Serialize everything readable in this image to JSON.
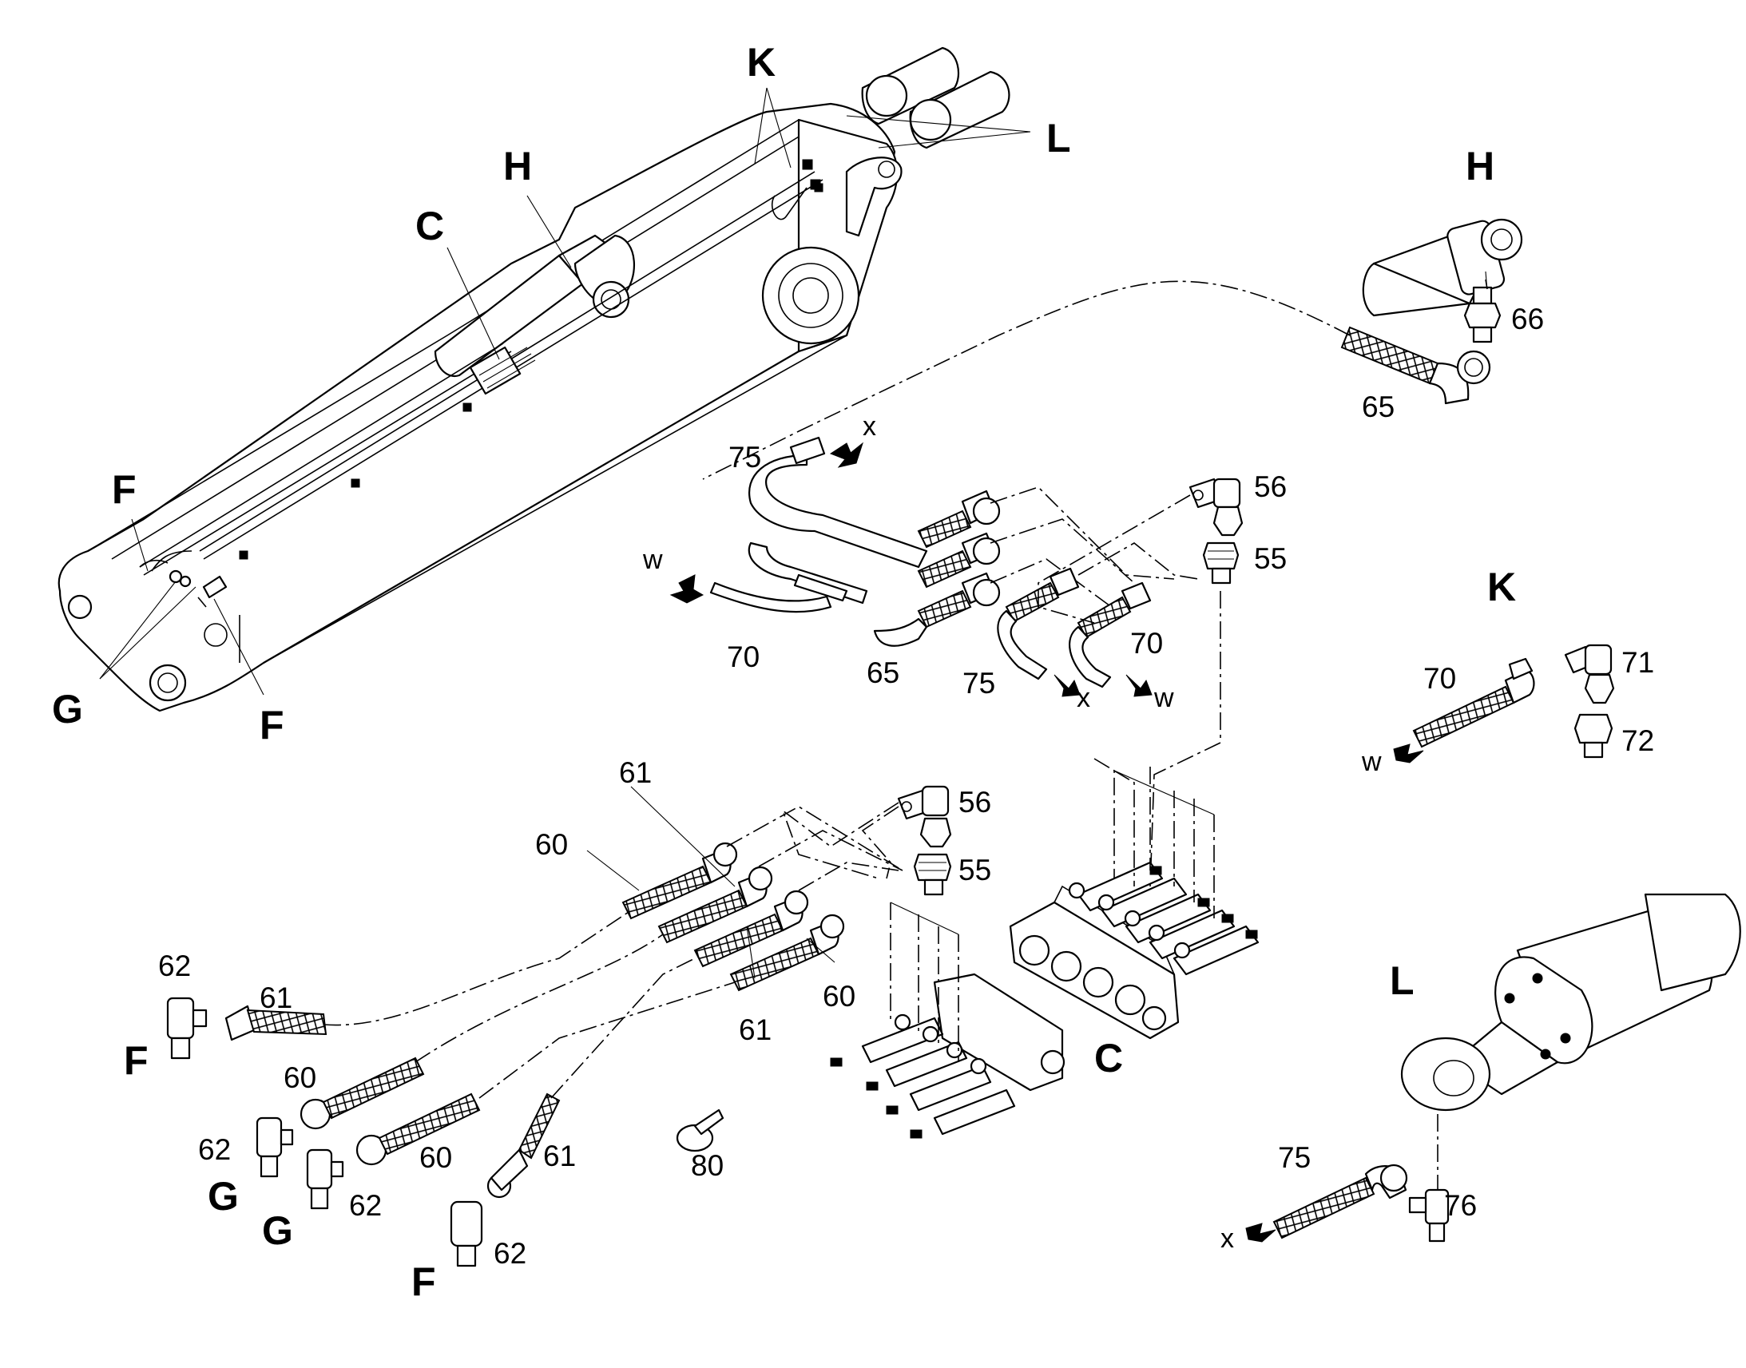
{
  "callouts": {
    "K": "K",
    "L": "L",
    "H": "H",
    "C": "C",
    "F": "F",
    "G": "G",
    "x": "x",
    "w": "w",
    "n55": "55",
    "n56": "56",
    "n60": "60",
    "n61": "61",
    "n62": "62",
    "n65": "65",
    "n66": "66",
    "n70": "70",
    "n71": "71",
    "n72": "72",
    "n75": "75",
    "n76": "76",
    "n80": "80"
  }
}
